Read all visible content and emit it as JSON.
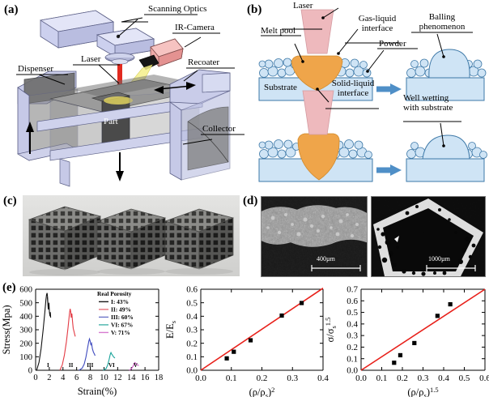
{
  "figure": {
    "panels": [
      {
        "id": "a",
        "label": "(a)"
      },
      {
        "id": "b",
        "label": "(b)"
      },
      {
        "id": "c",
        "label": "(c)"
      },
      {
        "id": "d",
        "label": "(d)"
      },
      {
        "id": "e",
        "label": "(e)"
      }
    ]
  },
  "panel_a": {
    "label": "(a)",
    "caption_items": [
      "Scanning Optics",
      "IR-Camera",
      "Laser",
      "Dispenser",
      "Recoater",
      "Part",
      "Collector"
    ],
    "labels": {
      "scanning_optics": "Scanning Optics",
      "ir_camera": "IR-Camera",
      "laser": "Laser",
      "dispenser": "Dispenser",
      "recoater": "Recoater",
      "part": "Part",
      "collector": "Collector"
    },
    "colors": {
      "body": "#c9cbe8",
      "powder": "#6f6f6f",
      "laser": "#e03030",
      "beam": "#f2ee86",
      "camera": "#eaa0a0"
    }
  },
  "panel_b": {
    "label": "(b)",
    "labels": {
      "laser": "Laser",
      "gas_liquid_interface": "Gas-liquid\ninterface",
      "gas_liquid_line1": "Gas-liquid",
      "gas_liquid_line2": "interface",
      "melt_pool": "Melt pool",
      "powder": "Powder",
      "balling_line1": "Balling",
      "balling_line2": "phenomenon",
      "substrate": "Substrate",
      "solid_liquid_line1": "Solid-liquid",
      "solid_liquid_line2": "interface",
      "well_wetting_line1": "Well wetting",
      "well_wetting_line2": "with substrate"
    },
    "colors": {
      "laser": "#eeb9bd",
      "melt": "#efa54a",
      "powder": "#cfe4f5",
      "substrate": "#cfe4f5",
      "arrow": "#4f8fc7",
      "stroke": "#3e79a8"
    }
  },
  "panel_c": {
    "label": "(c)",
    "description": "three 3D-printed lattice cubes photograph",
    "cubes": 3
  },
  "panel_d": {
    "label": "(d)",
    "images": [
      {
        "name": "sem-strut-surface",
        "scalebar": "400µm"
      },
      {
        "name": "sem-pore-cross-section",
        "scalebar": "1000µm"
      }
    ],
    "scalebar_left": "400µm",
    "scalebar_right": "1000µm"
  },
  "panel_e": {
    "label": "(e)"
  },
  "chart_data": [
    {
      "name": "stress-strain",
      "type": "line",
      "title": "",
      "xlabel": "Strain(%)",
      "ylabel": "Stress(Mpa)",
      "xlim": [
        0,
        18
      ],
      "ylim": [
        0,
        600
      ],
      "xticks": [
        0,
        2,
        4,
        6,
        8,
        10,
        12,
        14,
        16,
        18
      ],
      "yticks": [
        0,
        100,
        200,
        300,
        400,
        500,
        600
      ],
      "grid": false,
      "legend_title": "Real Porosity",
      "legend_position": "top-right",
      "legend": [
        {
          "key": "I",
          "label": "I: 43%",
          "color": "#1a1a1a"
        },
        {
          "key": "II",
          "label": "II: 49%",
          "color": "#e8727b"
        },
        {
          "key": "III",
          "label": "III: 60%",
          "color": "#6e76c8"
        },
        {
          "key": "VI",
          "label": "VI: 67%",
          "color": "#46b3ac"
        },
        {
          "key": "V",
          "label": "V: 71%",
          "color": "#d77bd0"
        }
      ],
      "curve_markers": [
        "I",
        "II",
        "III",
        "VI",
        "V"
      ],
      "series": [
        {
          "name": "I",
          "porosity": "43%",
          "color": "#111111",
          "peak_strain": 1.7,
          "peak_stress": 570,
          "points": [
            [
              0.15,
              0
            ],
            [
              0.5,
              60
            ],
            [
              0.8,
              160
            ],
            [
              1.1,
              300
            ],
            [
              1.35,
              430
            ],
            [
              1.5,
              520
            ],
            [
              1.6,
              560
            ],
            [
              1.68,
              572
            ],
            [
              1.75,
              540
            ],
            [
              1.8,
              495
            ],
            [
              1.72,
              540
            ],
            [
              1.85,
              450
            ],
            [
              1.95,
              500
            ],
            [
              2.02,
              430
            ],
            [
              2.1,
              400
            ],
            [
              2.15,
              430
            ],
            [
              2.2,
              390
            ]
          ]
        },
        {
          "name": "II",
          "porosity": "49%",
          "color": "#e33a44",
          "peak_strain": 5.05,
          "peak_stress": 455,
          "points": [
            [
              3.55,
              0
            ],
            [
              3.9,
              40
            ],
            [
              4.2,
              110
            ],
            [
              4.5,
              210
            ],
            [
              4.75,
              320
            ],
            [
              4.95,
              420
            ],
            [
              5.05,
              455
            ],
            [
              5.15,
              430
            ],
            [
              5.2,
              390
            ],
            [
              5.3,
              420
            ],
            [
              5.42,
              350
            ],
            [
              5.5,
              310
            ],
            [
              5.6,
              290
            ],
            [
              5.72,
              265
            ],
            [
              5.8,
              250
            ]
          ]
        },
        {
          "name": "III",
          "porosity": "60%",
          "color": "#3f4bbf",
          "peak_strain": 7.85,
          "peak_stress": 230,
          "points": [
            [
              6.35,
              0
            ],
            [
              6.8,
              15
            ],
            [
              7.1,
              45
            ],
            [
              7.35,
              95
            ],
            [
              7.6,
              165
            ],
            [
              7.78,
              215
            ],
            [
              7.88,
              232
            ],
            [
              7.98,
              215
            ],
            [
              8.08,
              190
            ],
            [
              8.18,
              200
            ],
            [
              8.3,
              160
            ],
            [
              8.45,
              135
            ],
            [
              8.6,
              120
            ],
            [
              8.7,
              108
            ]
          ]
        },
        {
          "name": "VI",
          "porosity": "67%",
          "color": "#17a39a",
          "peak_strain": 11.0,
          "peak_stress": 130,
          "points": [
            [
              9.9,
              0
            ],
            [
              10.3,
              12
            ],
            [
              10.55,
              40
            ],
            [
              10.75,
              80
            ],
            [
              10.92,
              118
            ],
            [
              11.02,
              131
            ],
            [
              11.12,
              120
            ],
            [
              11.25,
              112
            ],
            [
              11.38,
              100
            ],
            [
              11.5,
              95
            ],
            [
              11.6,
              90
            ]
          ]
        },
        {
          "name": "V",
          "porosity": "71%",
          "color": "#cf57c4",
          "peak_strain": 14.5,
          "peak_stress": 55,
          "points": [
            [
              13.7,
              0
            ],
            [
              14.0,
              10
            ],
            [
              14.25,
              30
            ],
            [
              14.42,
              50
            ],
            [
              14.52,
              57
            ],
            [
              14.65,
              50
            ],
            [
              14.8,
              42
            ],
            [
              14.95,
              38
            ],
            [
              15.1,
              35
            ]
          ]
        }
      ]
    },
    {
      "name": "modulus-scaling",
      "type": "scatter",
      "title": "",
      "xlabel": "(ρ/ρs)²",
      "xlabel_parts": {
        "pre": "(ρ/ρ",
        "sub": "s",
        "post": ")",
        "sup": "2"
      },
      "ylabel": "E/Es",
      "ylabel_parts": {
        "pre": "E/E",
        "sub": "s"
      },
      "xlim": [
        0,
        0.4
      ],
      "ylim": [
        0,
        0.6
      ],
      "xticks": [
        0.0,
        0.1,
        0.2,
        0.3,
        0.4
      ],
      "yticks": [
        0.0,
        0.1,
        0.2,
        0.3,
        0.4,
        0.5,
        0.6
      ],
      "grid": false,
      "marker_color": "#000000",
      "fit_color": "#e8201a",
      "fit_line": {
        "slope": 1.52,
        "intercept": 0.0,
        "from": [
          0.0,
          0.0
        ],
        "to": [
          0.4,
          0.608
        ]
      },
      "x": [
        0.085,
        0.108,
        0.163,
        0.265,
        0.33
      ],
      "y": [
        0.088,
        0.137,
        0.222,
        0.405,
        0.498
      ]
    },
    {
      "name": "strength-scaling",
      "type": "scatter",
      "title": "",
      "xlabel": "(ρ/ρs)^1.5",
      "xlabel_parts": {
        "pre": "(ρ/ρ",
        "sub": "s",
        "post": ")",
        "sup": "1.5"
      },
      "ylabel": "σ/σs^1.5",
      "ylabel_parts": {
        "pre": "σ/σ",
        "sub": "s",
        "sup": "1.5"
      },
      "xlim": [
        0,
        0.6
      ],
      "ylim": [
        0,
        0.7
      ],
      "xticks": [
        0.0,
        0.1,
        0.2,
        0.3,
        0.4,
        0.5,
        0.6
      ],
      "yticks": [
        0.0,
        0.1,
        0.2,
        0.3,
        0.4,
        0.5,
        0.6,
        0.7
      ],
      "grid": false,
      "marker_color": "#000000",
      "fit_color": "#e8201a",
      "fit_line": {
        "slope": 1.167,
        "intercept": 0.0,
        "from": [
          0.0,
          0.0
        ],
        "to": [
          0.6,
          0.7
        ]
      },
      "x": [
        0.16,
        0.19,
        0.258,
        0.37,
        0.432
      ],
      "y": [
        0.065,
        0.13,
        0.235,
        0.47,
        0.57
      ]
    }
  ]
}
